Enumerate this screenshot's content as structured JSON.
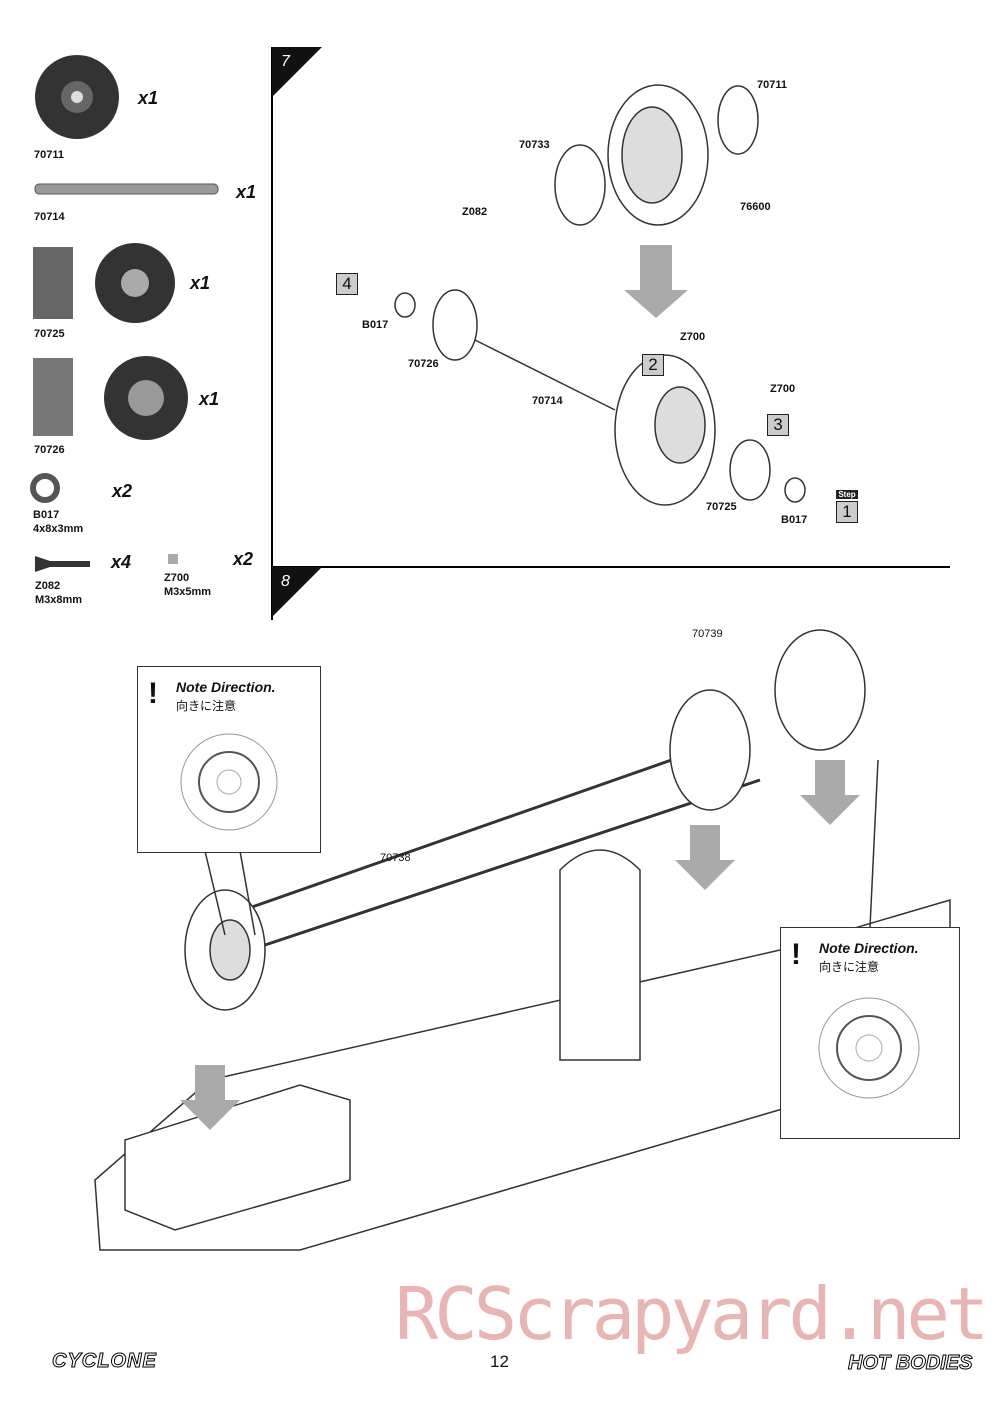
{
  "parts": [
    {
      "code": "70711",
      "qty": "x1"
    },
    {
      "code": "70714",
      "qty": "x1"
    },
    {
      "code": "70725",
      "qty": "x1"
    },
    {
      "code": "70726",
      "qty": "x1"
    },
    {
      "code": "B017",
      "size": "4x8x3mm",
      "qty": "x2"
    },
    {
      "code": "Z082",
      "size": "M3x8mm",
      "qty": "x4"
    },
    {
      "code": "Z700",
      "size": "M3x5mm",
      "qty": "x2"
    }
  ],
  "step7": {
    "number": "7",
    "labels": {
      "a": "70711",
      "b": "70733",
      "c": "Z082",
      "d": "76600",
      "e": "B017",
      "f": "70726",
      "g": "Z700",
      "h": "70714",
      "i": "Z700",
      "j": "70725",
      "k": "B017"
    },
    "substeps": [
      "4",
      "2",
      "3",
      "1"
    ],
    "step_word": "Step"
  },
  "step8": {
    "number": "8",
    "labels": {
      "belt_short": "70739",
      "belt_long": "70738"
    },
    "note": {
      "title": "Note Direction.",
      "japanese": "向きに注意"
    }
  },
  "footer": {
    "page": "12",
    "logo_left": "CYCLONE",
    "logo_right": "HOT BODIES",
    "watermark": "RCScrapyard.net"
  }
}
